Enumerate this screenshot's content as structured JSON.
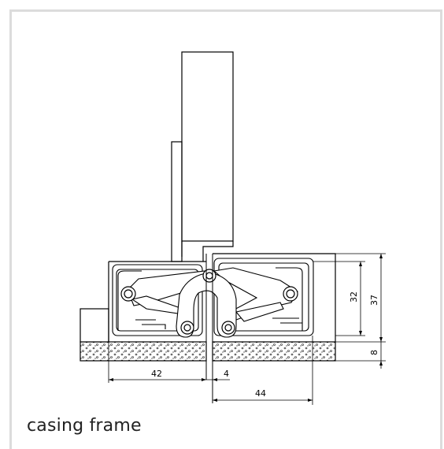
{
  "caption": "casing frame",
  "dimensions": {
    "d42": "42",
    "d4": "4",
    "d44": "44",
    "d32": "32",
    "d37": "37",
    "d8": "8"
  },
  "colors": {
    "line": "#000000",
    "frame_border": "#dcdcdc",
    "background": "#ffffff"
  }
}
